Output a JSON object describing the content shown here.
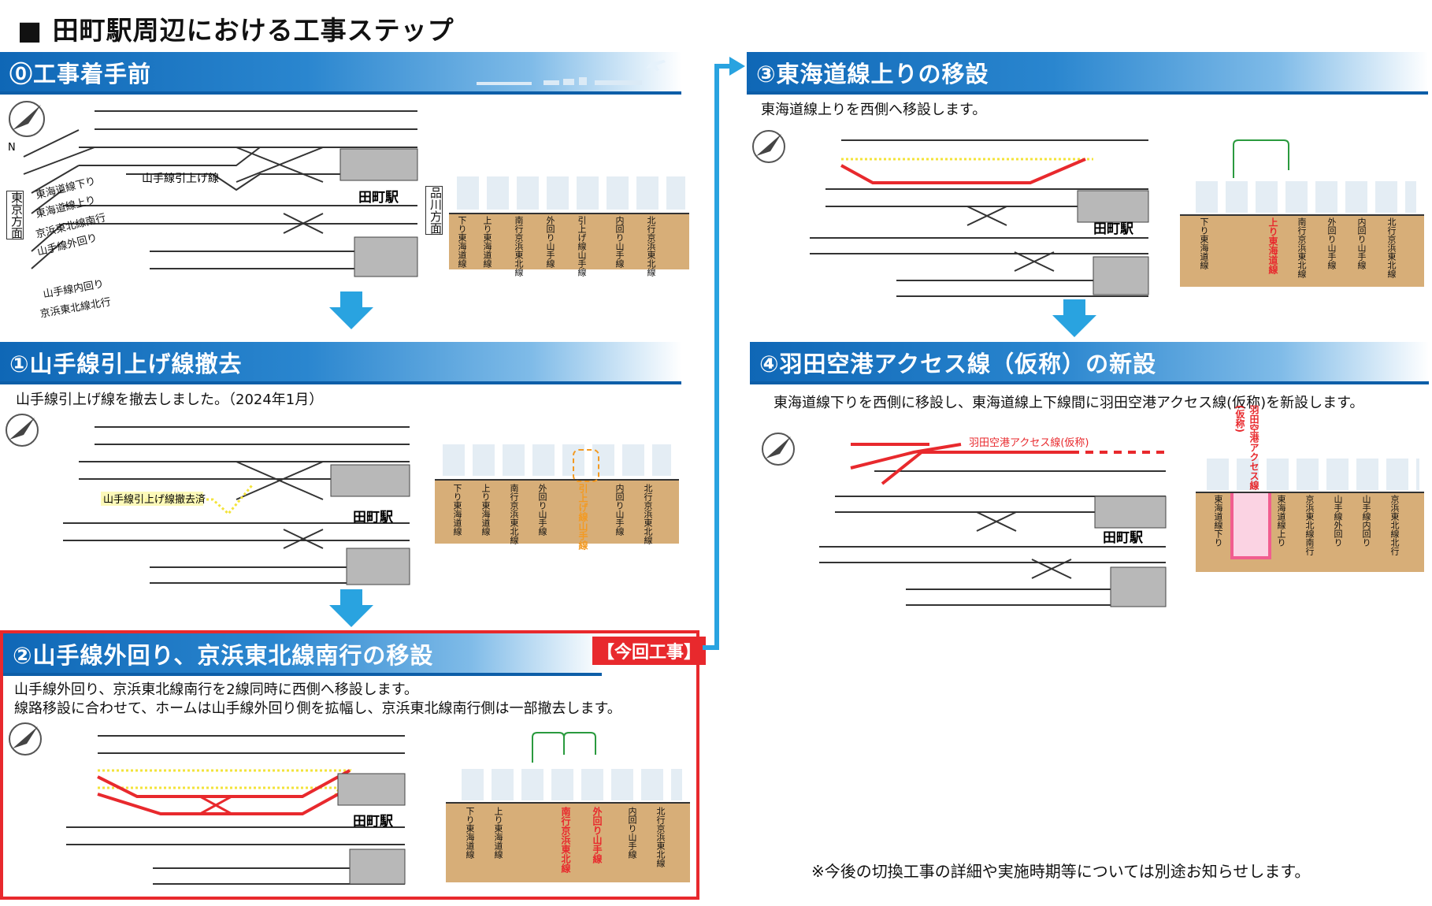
{
  "title": "■ 田町駅周辺における工事ステップ",
  "labels": {
    "tracks": [
      "東海道線下り",
      "東海道線上り",
      "京浜東北線南行",
      "山手線外回り",
      "山手線内回り",
      "京浜東北線北行"
    ],
    "tokyo": "東京方面",
    "shinagawa": "品川方面",
    "station": "田町駅",
    "north": "N"
  },
  "steps": [
    {
      "title": "⓪工事着手前",
      "description": [],
      "siding_label": "山手線引上げ線",
      "section": [
        "下り東海道線",
        "上り東海道線",
        "南行京浜東北線",
        "外回り山手線",
        "引上げ線山手線",
        "内回り山手線",
        "北行京浜東北線"
      ]
    },
    {
      "title": "①山手線引上げ線撤去",
      "description": [
        "山手線引上げ線を撤去しました。（2024年1月）"
      ],
      "siding_label": "山手線引上げ線撤去済",
      "section": [
        "下り東海道線",
        "上り東海道線",
        "南行京浜東北線",
        "外回り山手線",
        "引上げ線山手線",
        "内回り山手線",
        "北行京浜東北線"
      ]
    },
    {
      "title": "②山手線外回り、京浜東北線南行の移設",
      "badge": "【今回工事】",
      "description": [
        "山手線外回り、京浜東北線南行を2線同時に西側へ移設します。",
        "線路移設に合わせて、ホームは山手線外回り側を拡幅し、京浜東北線南行側は一部撤去します。"
      ],
      "section": [
        "下り東海道線",
        "上り東海道線",
        "南行京浜東北線",
        "外回り山手線",
        "内回り山手線",
        "北行京浜東北線"
      ]
    },
    {
      "title": "③東海道線上りの移設",
      "description": [
        "東海道線上りを西側へ移設します。"
      ],
      "section": [
        "下り東海道線",
        "上り東海道線",
        "南行京浜東北線",
        "外回り山手線",
        "内回り山手線",
        "北行京浜東北線"
      ]
    },
    {
      "title": "④羽田空港アクセス線（仮称）の新設",
      "description": [
        "東海道線下りを西側に移設し、東海道線上下線間に羽田空港アクセス線(仮称)を新設します。"
      ],
      "access_label": "羽田空港アクセス線(仮称)",
      "access_vertical": "羽田空港アクセス線",
      "access_note": "(仮称)",
      "section": [
        "東海道線下り",
        "東海道線上り",
        "京浜東北線南行",
        "山手線外回り",
        "山手線内回り",
        "京浜東北線北行"
      ]
    }
  ],
  "note": "※今後の切換工事の詳細や実施時期等については別途お知らせします。",
  "colors": {
    "banner": "#1f74c2",
    "moved": "#e8292d",
    "removed": "#f3e33a",
    "arrow": "#29a3e0",
    "ground": "#d7ae78",
    "green": "#2a9a3e"
  }
}
